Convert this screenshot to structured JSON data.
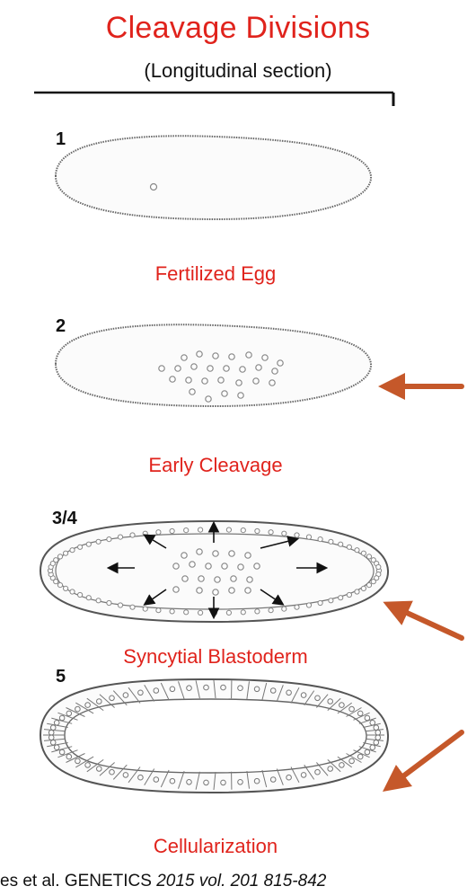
{
  "header": {
    "title": "Cleavage Divisions",
    "subtitle": "(Longitudinal section)"
  },
  "stages": [
    {
      "number": "1",
      "label": "Fertilized Egg"
    },
    {
      "number": "2",
      "label": "Early Cleavage"
    },
    {
      "number": "3/4",
      "label": "Syncytial Blastoderm"
    },
    {
      "number": "5",
      "label": "Cellularization"
    }
  ],
  "citation": {
    "prefix": "es et al. GENETICS ",
    "italic": "2015 vol. 201 815-842"
  },
  "colors": {
    "label_red": "#e0231c",
    "arrow_brown": "#c5582a",
    "outline": "#555555",
    "nucleus": "#8a8a8a"
  }
}
